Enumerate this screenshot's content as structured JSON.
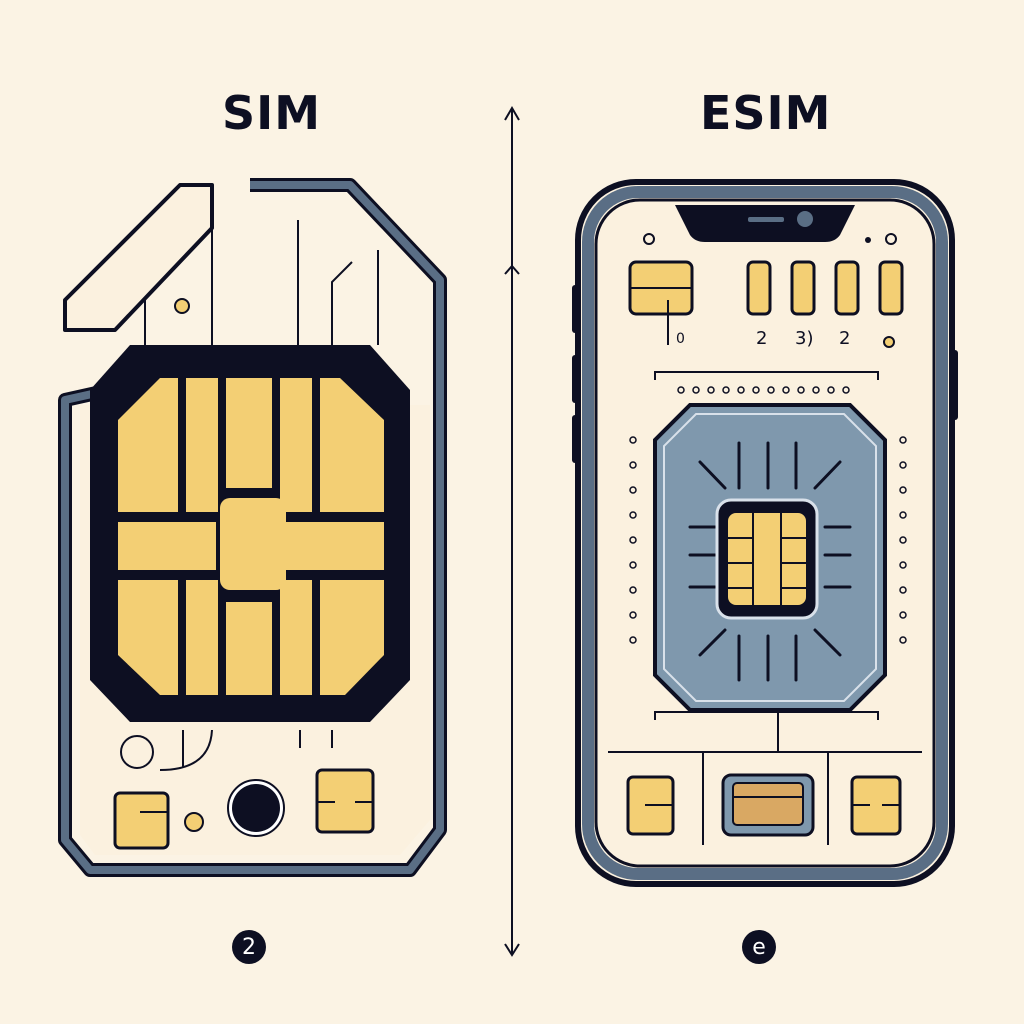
{
  "left_panel": {
    "title": "SIM",
    "badge": "2",
    "icon": "physical-sim-card"
  },
  "right_panel": {
    "title": "ESIM",
    "badge": "e",
    "icon": "phone-with-esim-chip",
    "pin_labels": [
      "0",
      "2",
      "3)",
      "2"
    ]
  },
  "divider": {
    "icon": "double-arrow-vertical"
  },
  "colors": {
    "background": "#fbf3e4",
    "outline": "#0d0f22",
    "frame_blue": "#5a6e85",
    "chip_gold": "#f3cf74",
    "esim_body": "#7f98ad",
    "card_fill": "#fbf1df"
  }
}
